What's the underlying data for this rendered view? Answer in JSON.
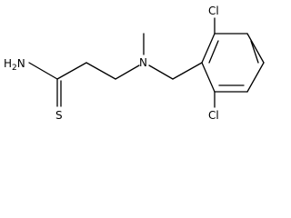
{
  "molecule": {
    "labels": {
      "amine": "H2N",
      "amine_main": "H",
      "amine_sub": "2",
      "amine_tail": "N",
      "sulfur": "S",
      "nitrogen": "N",
      "chlorine_top": "Cl",
      "chlorine_bottom": "Cl"
    }
  }
}
